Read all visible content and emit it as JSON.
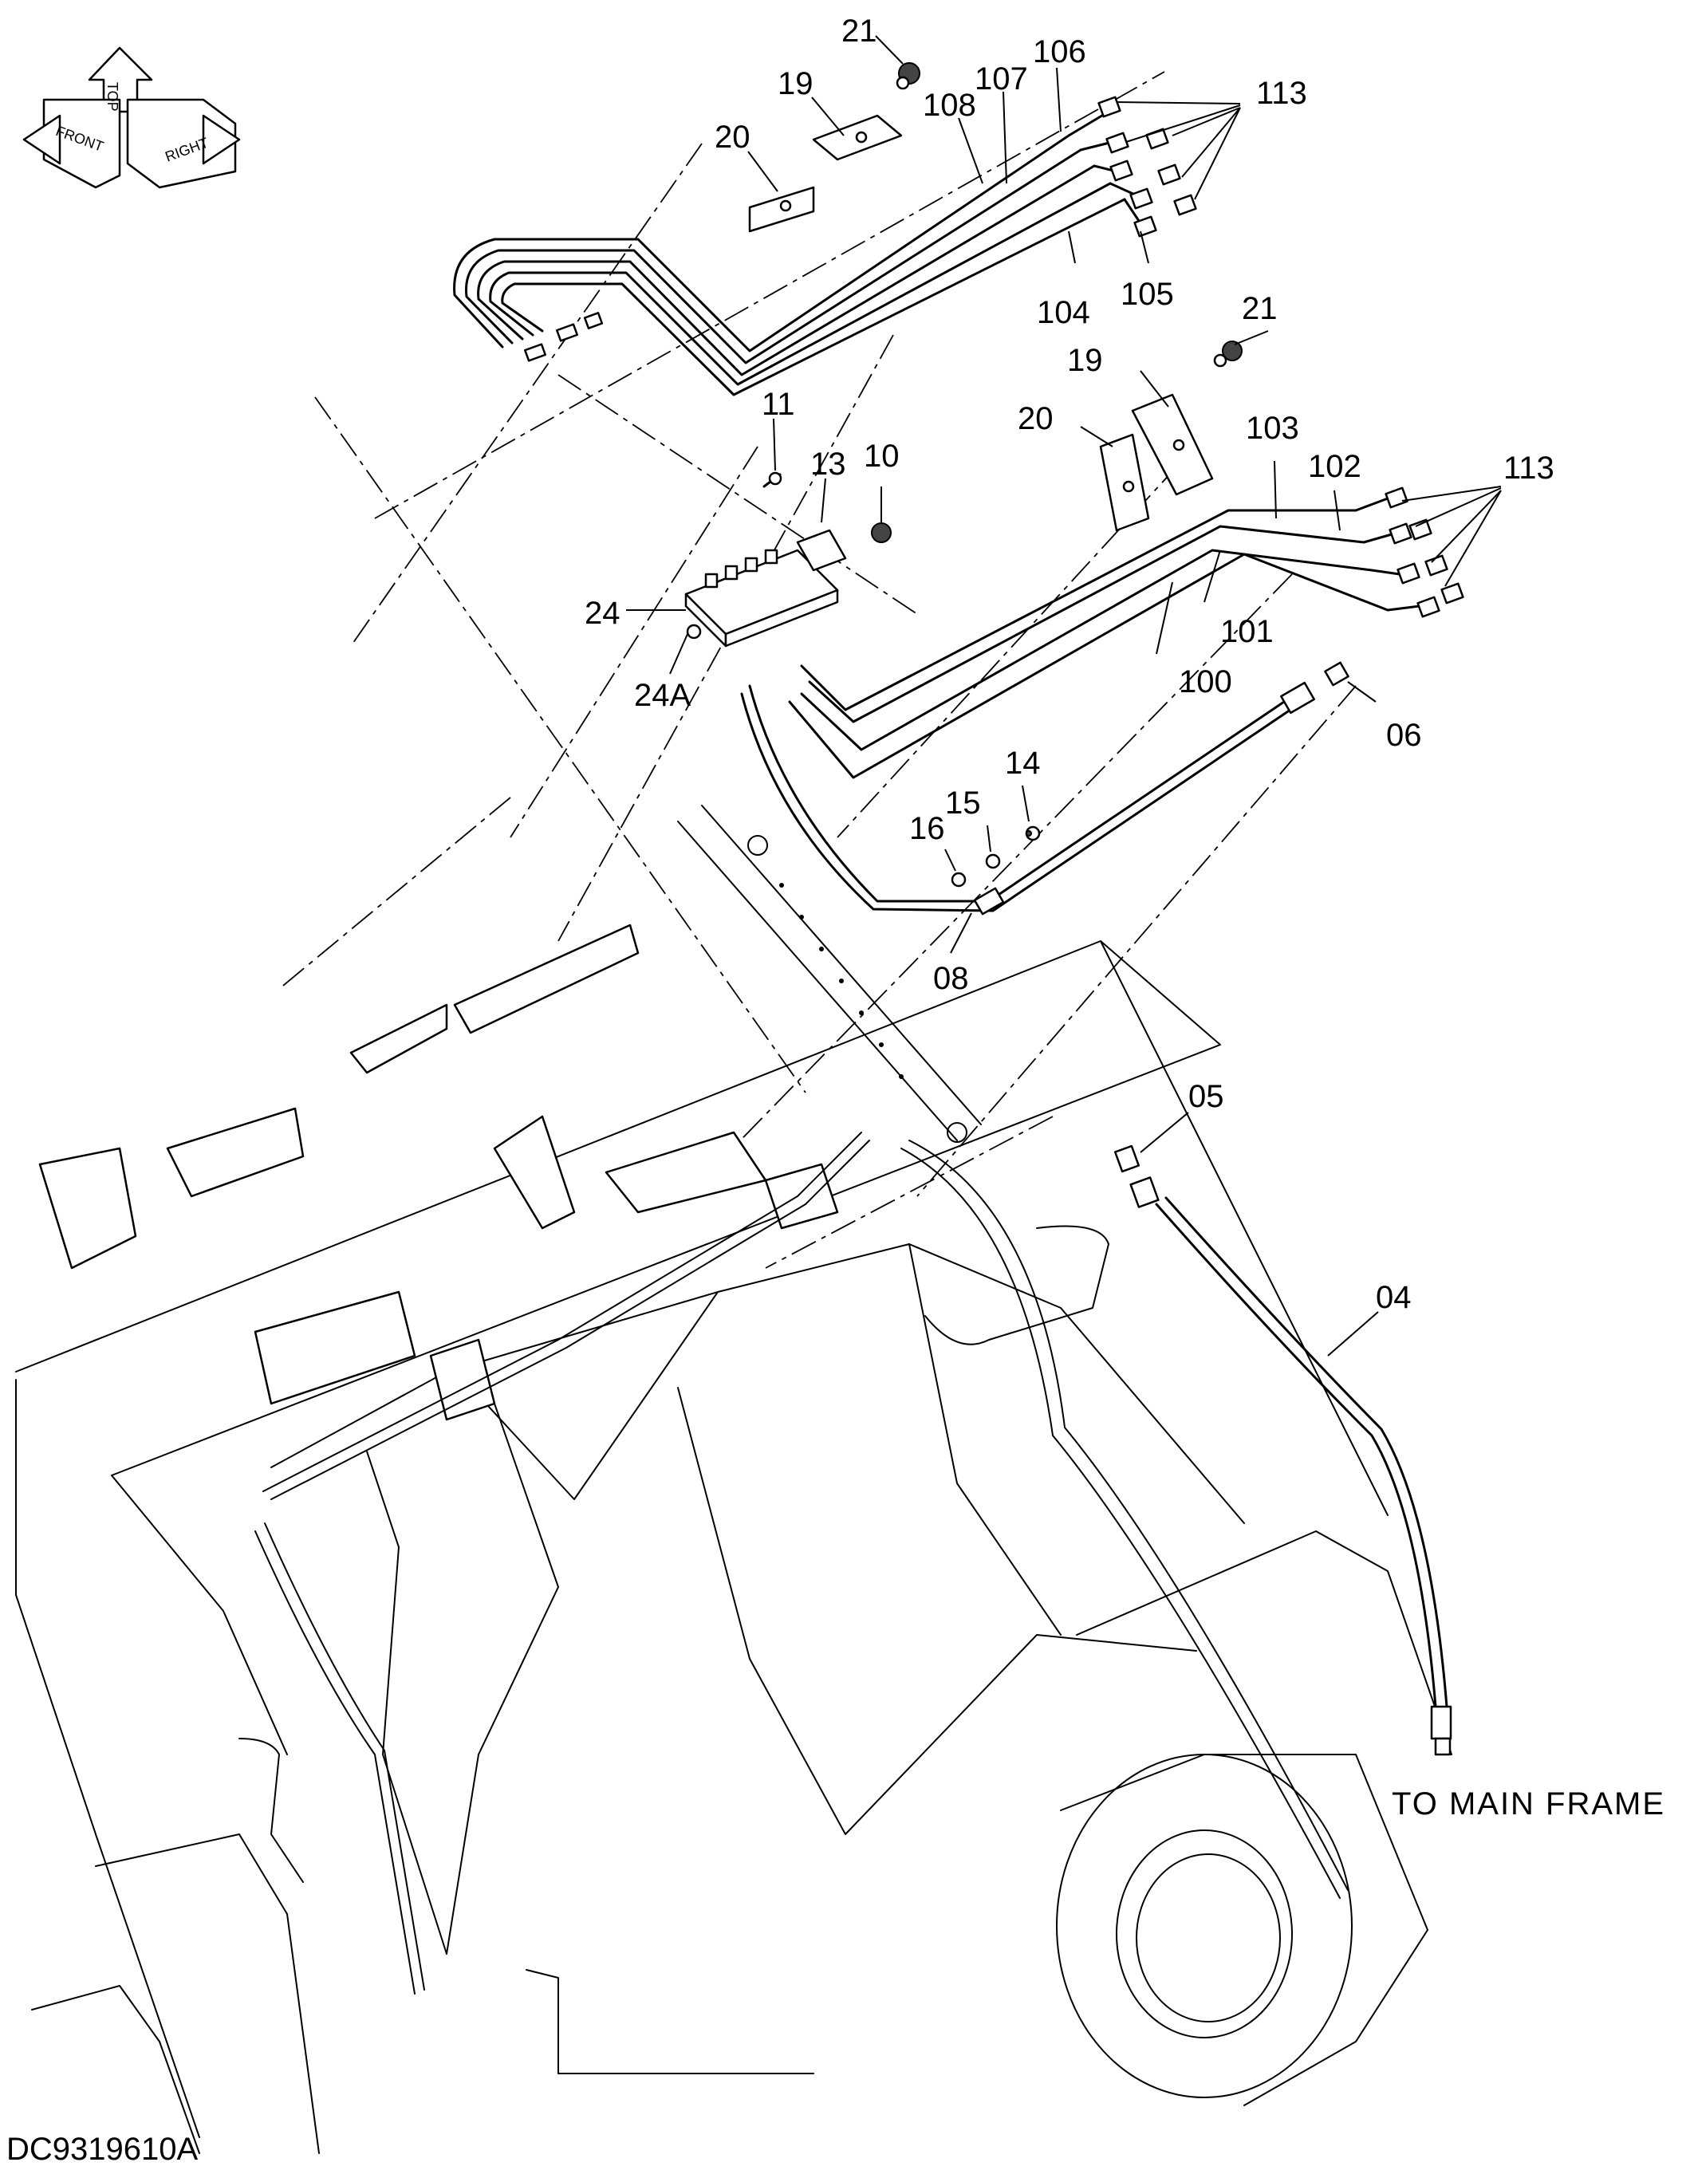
{
  "orientation": {
    "labels": [
      "TOP",
      "FRONT",
      "RIGHT"
    ],
    "icon": "orientation-arrows-icon"
  },
  "callouts": {
    "c21_top": "21",
    "c19_top": "19",
    "c20_top": "20",
    "c108": "108",
    "c107": "107",
    "c106": "106",
    "c113_top": "113",
    "c104": "104",
    "c105": "105",
    "c21_mid": "21",
    "c19_mid": "19",
    "c20_mid": "20",
    "c103": "103",
    "c102": "102",
    "c113_mid": "113",
    "c101": "101",
    "c100": "100",
    "c11": "11",
    "c13": "13",
    "c10": "10",
    "c24": "24",
    "c24a": "24A",
    "c06": "06",
    "c14": "14",
    "c15": "15",
    "c16": "16",
    "c08": "08",
    "c05": "05",
    "c04": "04"
  },
  "notes": {
    "to_main_frame": "TO MAIN FRAME"
  },
  "document_id": "DC9319610A"
}
